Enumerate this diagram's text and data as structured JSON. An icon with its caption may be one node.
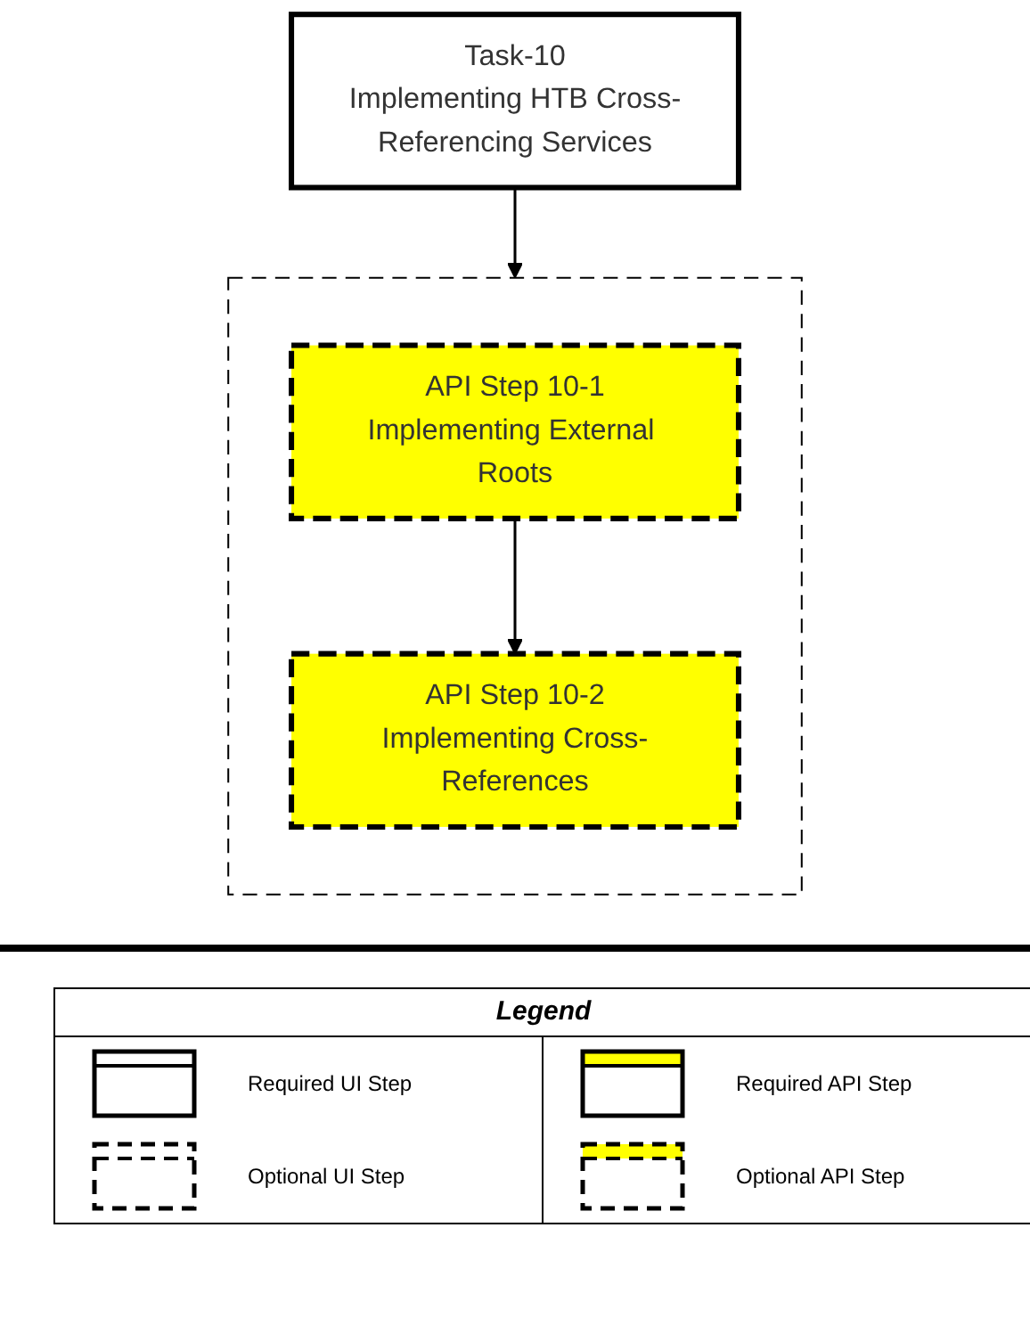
{
  "diagram": {
    "nodes": [
      {
        "text": [
          "Task-10",
          "Implementing HTB Cross-Referencing Services"
        ]
      },
      {
        "text": [],
        "shape": "box"
      },
      {
        "text": [
          "API Step 10-1",
          "Implementing External Roots"
        ],
        "in": 1
      },
      {
        "text": [
          "API Step 10-2",
          "Implementing Cross-References"
        ],
        "in": 1
      }
    ],
    "edges": [
      {
        "from": 0,
        "to": 1,
        "arrow": "to"
      },
      {
        "from": 2,
        "to": 3,
        "arrow": "to"
      }
    ],
    "labels": [
      "Legend"
    ],
    "legend": [
      {
        "text": "Required UI Step"
      },
      {
        "text": "Required API Step"
      },
      {
        "text": "Optional UI Step"
      },
      {
        "text": "Optional API Step"
      }
    ]
  }
}
